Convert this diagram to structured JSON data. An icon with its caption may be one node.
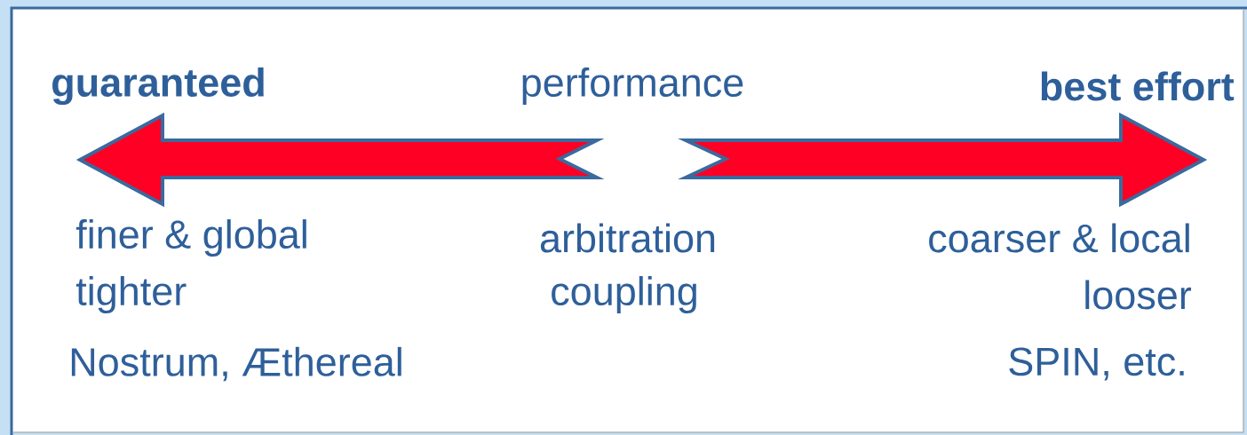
{
  "diagram": {
    "labels": [
      "guaranteed",
      "performance",
      "best effort",
      "finer & global",
      "arbitration",
      "coarser & local",
      "tighter",
      "coupling",
      "looser",
      "Nostrum, Æthereal",
      "SPIN, etc."
    ]
  }
}
